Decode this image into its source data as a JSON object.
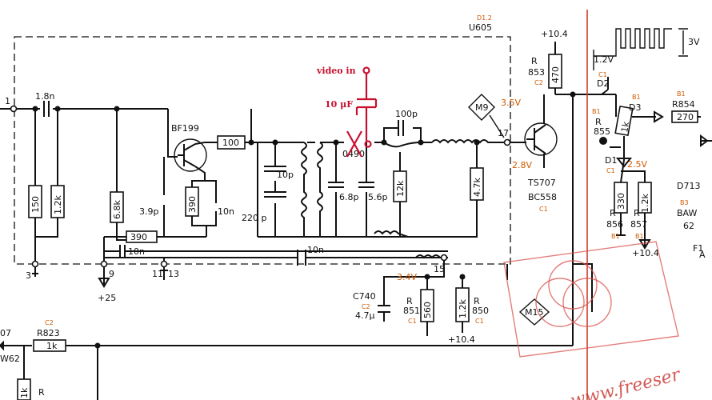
{
  "block": {
    "ref": "D1.2",
    "name": "U605"
  },
  "transistors": {
    "bf199": "BF199",
    "ts707": "TS707",
    "bc558": "BC558",
    "ts707_sub": "C1"
  },
  "components": {
    "c_input": "1.8n",
    "r150": "150",
    "r1k2a": "1.2k",
    "r6k8": "6.8k",
    "c3p9": "3.9p",
    "r390a": "390",
    "c10n_a": "10n",
    "r100": "100",
    "c10p": "10p",
    "c220p": "220 p",
    "r390b": "390",
    "c10n_b": "10n",
    "c10n_c": "10n",
    "c6p8": "6.8p",
    "c5p6": "5.6p",
    "c100p": "100p",
    "r12k": "12k",
    "r4k7": "4.7k",
    "coil_label": "0490"
  },
  "pins": {
    "p1": "1",
    "p3": "3",
    "p9": "9",
    "p11": "11",
    "p13": "13",
    "p15": "15",
    "p17": "17",
    "p25": "+25"
  },
  "voltages": {
    "v3v5": "3.5V",
    "v2v8": "2.8V",
    "v3v4": "3.4V",
    "v2v5": "2.5V",
    "vcc_top": "+10.4",
    "vcc_bot": "+10.4",
    "vcc_right": "+10.4",
    "pulse_amp": "3V",
    "pulse_low": "1.2V"
  },
  "markers": {
    "m9": "M9",
    "m15": "M15"
  },
  "resistors_bottom": {
    "c740_name": "C740",
    "c740_sub": "C2",
    "c740_val": "4.7μ",
    "r851_r": "R",
    "r851_name": "851",
    "r851_sub": "C1",
    "r851_val": "560",
    "r850_r": "R",
    "r850_name": "850",
    "r850_sub": "C1",
    "r850_val": "1.2k"
  },
  "right_side": {
    "r853_r": "R",
    "r853_name": "853",
    "r853_sub": "C2",
    "r853_val": "470",
    "c1a": "C1",
    "d2": "D2",
    "b1a": "B1",
    "d3": "D3",
    "b1b": "B1",
    "r854": "R854",
    "r854_val": "270",
    "b1c": "B1",
    "r855_r": "R",
    "r855_name": "855",
    "r855_val": "1k",
    "d1": "D1",
    "c1b": "C1",
    "r856_r": "R",
    "r856_name": "856",
    "r856_sub": "B1",
    "r856_val": "330",
    "r857_r": "R",
    "r857_name": "857",
    "r857_sub": "B1",
    "r857_val": "1.2k",
    "d713": "D713",
    "b3": "B3",
    "baw": "BAW",
    "baw62": "62",
    "f1": "F1",
    "a": "A"
  },
  "bottom_left": {
    "p07": "07",
    "w62": "W62",
    "c2": "C2",
    "r823": "R823",
    "r823_val": "1k",
    "r_bot_val": "1k",
    "r_bot": "R"
  },
  "mod": {
    "video_in": "video in",
    "cap": "10 μF"
  },
  "watermark": "www.freeser"
}
